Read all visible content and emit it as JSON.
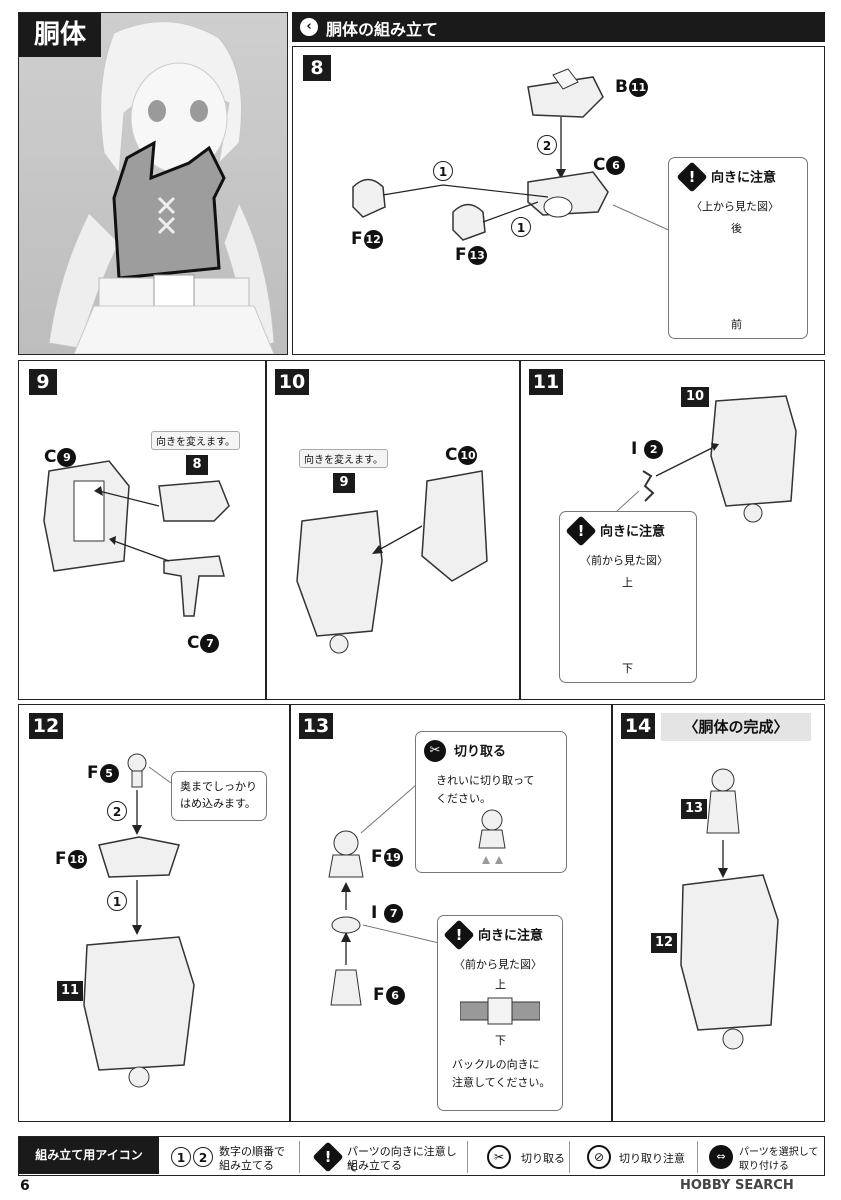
{
  "header": {
    "section_label": "胴体",
    "title": "胴体の組み立て"
  },
  "steps": {
    "s8": {
      "num": "8",
      "parts": [
        {
          "letter": "B",
          "num": "11"
        },
        {
          "letter": "C",
          "num": "6"
        },
        {
          "letter": "F",
          "num": "12"
        },
        {
          "letter": "F",
          "num": "13"
        }
      ],
      "order": [
        "1",
        "2",
        "1"
      ],
      "note": {
        "title": "向きに注意",
        "subtitle": "〈上から見た図〉",
        "back": "後",
        "front": "前"
      }
    },
    "s9": {
      "num": "9",
      "tag": "向きを変えます。",
      "ref": "8",
      "parts": [
        {
          "letter": "C",
          "num": "9"
        },
        {
          "letter": "C",
          "num": "7"
        }
      ]
    },
    "s10": {
      "num": "10",
      "tag": "向きを変えます。",
      "ref": "9",
      "parts": [
        {
          "letter": "C",
          "num": "10"
        }
      ]
    },
    "s11": {
      "num": "11",
      "ref": "10",
      "parts": [
        {
          "letter": "I",
          "num": "2"
        }
      ],
      "note": {
        "title": "向きに注意",
        "subtitle": "〈前から見た図〉",
        "top": "上",
        "bottom": "下"
      }
    },
    "s12": {
      "num": "12",
      "ref": "11",
      "parts": [
        {
          "letter": "F",
          "num": "5"
        },
        {
          "letter": "F",
          "num": "18"
        }
      ],
      "order": [
        "2",
        "1"
      ],
      "bubble": [
        "奥までしっかり",
        "はめ込みます。"
      ]
    },
    "s13": {
      "num": "13",
      "parts": [
        {
          "letter": "F",
          "num": "19"
        },
        {
          "letter": "I",
          "num": "7"
        },
        {
          "letter": "F",
          "num": "6"
        }
      ],
      "cut_note": {
        "title": "切り取る",
        "lines": [
          "きれいに切り取って",
          "ください。"
        ]
      },
      "note": {
        "title": "向きに注意",
        "subtitle": "〈前から見た図〉",
        "top": "上",
        "bottom": "下",
        "lines": [
          "バックルの向きに",
          "注意してください。"
        ]
      }
    },
    "s14": {
      "num": "14",
      "title": "〈胴体の完成〉",
      "refs": [
        "13",
        "12"
      ]
    }
  },
  "legend": {
    "title": "組み立て用アイコン",
    "items": [
      {
        "icon": "order-circles",
        "nums": [
          "1",
          "2"
        ],
        "lines": [
          "数字の順番で",
          "組み立てる"
        ]
      },
      {
        "icon": "warning-icon",
        "lines": [
          "パーツの向きに注意して",
          "組み立てる"
        ]
      },
      {
        "icon": "cut-icon",
        "lines": [
          "切り取る"
        ]
      },
      {
        "icon": "no-cut-icon",
        "lines": [
          "切り取り注意"
        ]
      },
      {
        "icon": "select-part-icon",
        "lines": [
          "パーツを選択して",
          "取り付ける"
        ]
      }
    ]
  },
  "page_number": "6",
  "watermark": "HOBBY SEARCH",
  "colors": {
    "ink": "#1a1a1a",
    "part_fill": "#f0f0f0",
    "header_bg": "#1a1a1a"
  }
}
